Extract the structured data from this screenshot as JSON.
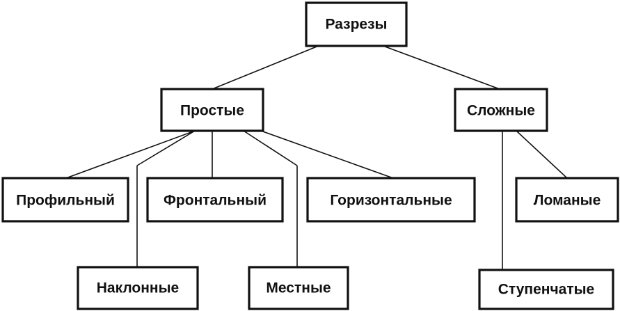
{
  "diagram": {
    "root": {
      "label": "Разрезы"
    },
    "simple": {
      "label": "Простые"
    },
    "complex": {
      "label": "Сложные"
    },
    "profile": {
      "label": "Профильный"
    },
    "frontal": {
      "label": "Фронтальный"
    },
    "horizontal": {
      "label": "Горизонтальные"
    },
    "broken": {
      "label": "Ломаные"
    },
    "inclined": {
      "label": "Наклонные"
    },
    "local": {
      "label": "Местные"
    },
    "stepped": {
      "label": "Ступенчатые"
    }
  },
  "colors": {
    "line": "#111111",
    "background": "#ffffff"
  }
}
